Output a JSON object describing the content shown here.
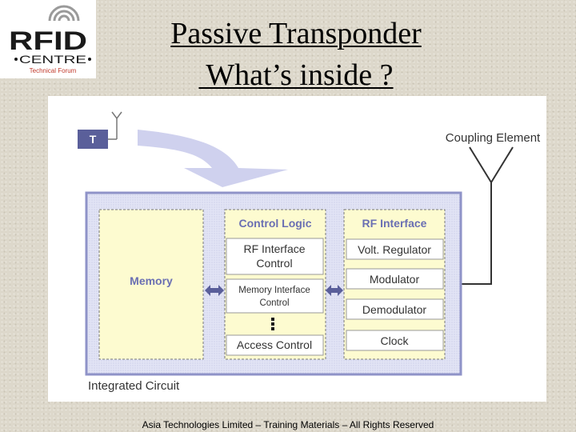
{
  "logo": {
    "text_main": "RFID",
    "text_centre": "CENTRE",
    "text_sub": "Technical Forum",
    "colors": {
      "dark": "#1a1a1a",
      "accent": "#c0392b"
    }
  },
  "title": {
    "line1": "Passive Transponder",
    "line2": " What’s inside ?"
  },
  "diagram": {
    "tag_label": "T",
    "coupling_label": "Coupling Element",
    "ic_label": "Integrated Circuit",
    "memory_label": "Memory",
    "control_logic": {
      "title": "Control Logic",
      "rf_interface_control_line1": "RF Interface",
      "rf_interface_control_line2": "Control",
      "memory_interface_control_line1": "Memory Interface",
      "memory_interface_control_line2": "Control",
      "access_control": "Access Control"
    },
    "rf_interface": {
      "title": "RF Interface",
      "items": [
        "Volt. Regulator",
        "Modulator",
        "Demodulator",
        "Clock"
      ]
    },
    "colors": {
      "ic_border": "#8f93c8",
      "ic_fill": "#d8daf2",
      "block_fill": "#fdfbd0",
      "title_text": "#6a6fb3",
      "tag_fill": "#5a5f9a",
      "arrow_fill": "#cfd1ee"
    }
  },
  "footer": {
    "text": "Asia Technologies Limited – Training Materials – All Rights Reserved"
  }
}
